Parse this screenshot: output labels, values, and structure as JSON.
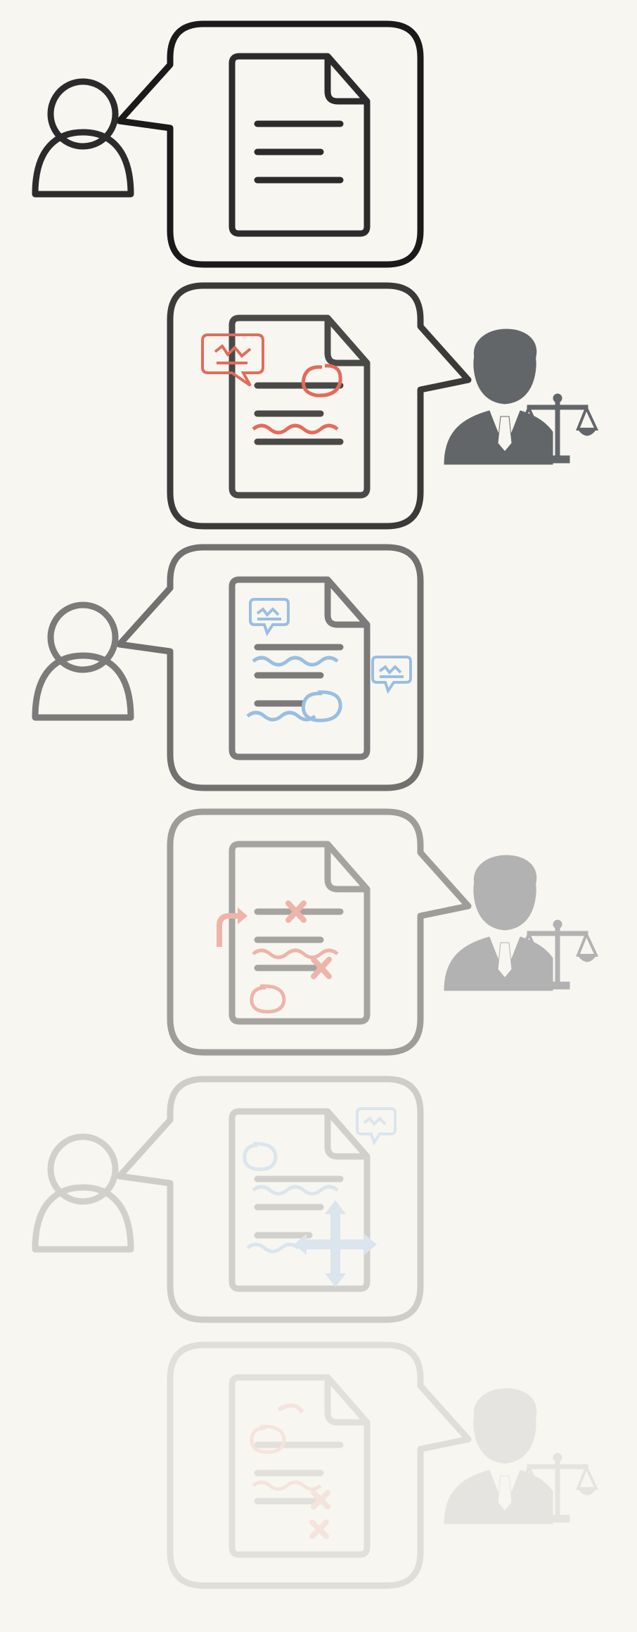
{
  "diagram": {
    "description_free": true,
    "steps": [
      {
        "speaker": "client",
        "opacity": 1.0,
        "markup": "none"
      },
      {
        "speaker": "lawyer",
        "opacity": 0.85,
        "markup": "red-edits"
      },
      {
        "speaker": "client",
        "opacity": 0.6,
        "markup": "blue-edits"
      },
      {
        "speaker": "lawyer",
        "opacity": 0.4,
        "markup": "red-strikes"
      },
      {
        "speaker": "client",
        "opacity": 0.18,
        "markup": "blue-moves"
      },
      {
        "speaker": "lawyer",
        "opacity": 0.1,
        "markup": "red-strikes-2"
      }
    ],
    "colors": {
      "stroke": "#2b2b2b",
      "lawyer_icon": "#4a4d52",
      "red_markup": "#e0533f",
      "blue_markup": "#8ab4dc",
      "background": "#f8f6f1"
    },
    "icons": [
      "person-outline-icon",
      "lawyer-scales-icon",
      "document-icon",
      "comment-bubble-icon",
      "undo-loop-icon",
      "cross-mark-icon",
      "move-arrows-icon",
      "redirect-arrow-icon"
    ]
  }
}
